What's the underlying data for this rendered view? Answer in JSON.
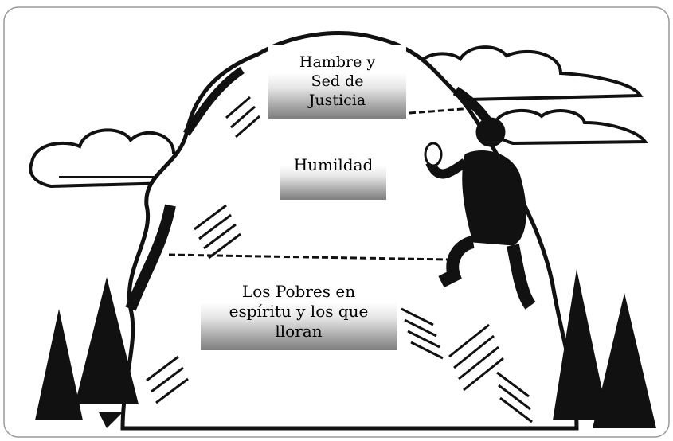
{
  "labels": {
    "top": "Hambre y\nSed de\nJusticia",
    "middle": "Humildad",
    "bottom": "Los Pobres en\nespíritu y los que\nlloran"
  }
}
